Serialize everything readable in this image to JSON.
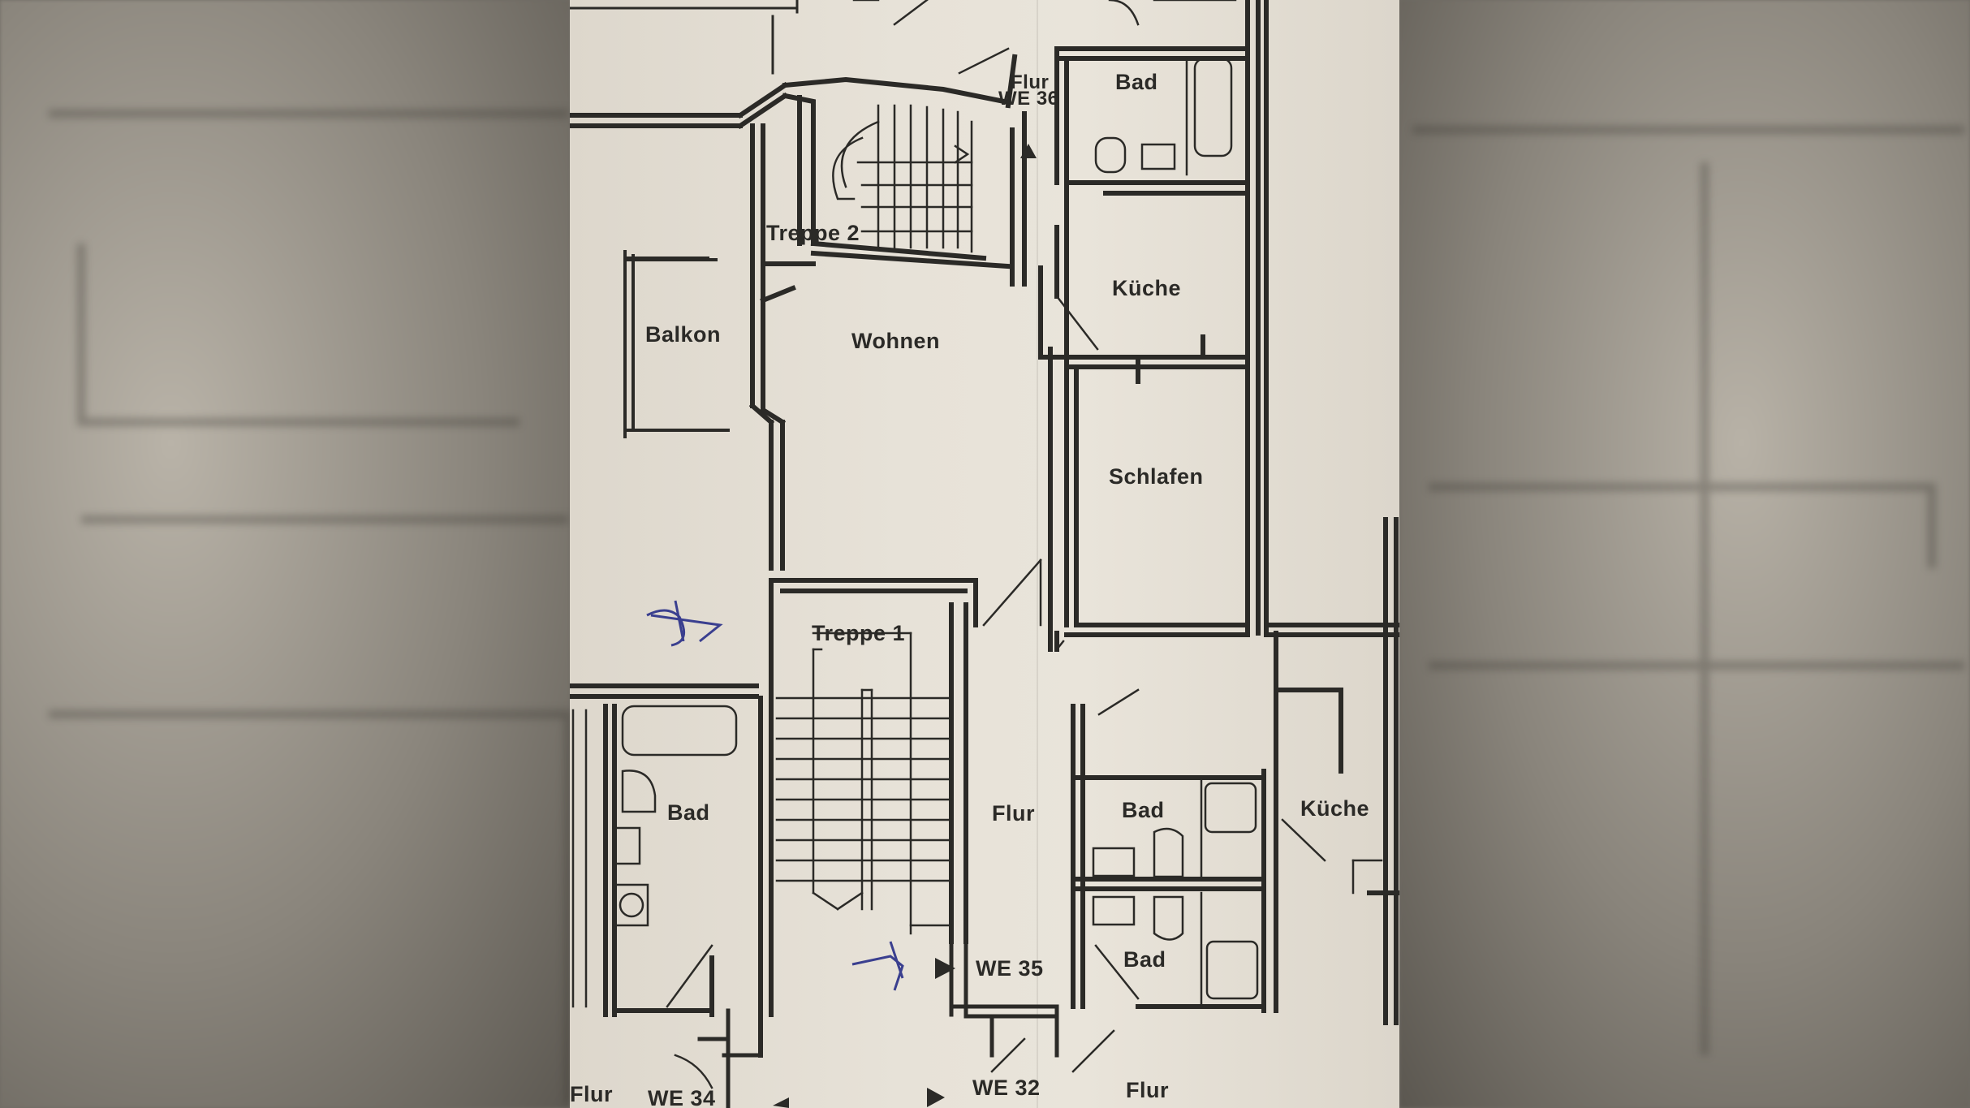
{
  "plan": {
    "rooms": {
      "flur_top": "Flur",
      "we36": "WE 36",
      "bad_top": "Bad",
      "treppe2": "Treppe 2",
      "kueche_top": "Küche",
      "balkon": "Balkon",
      "wohnen": "Wohnen",
      "schlafen": "Schlafen",
      "treppe1": "Treppe 1",
      "bad_left": "Bad",
      "flur_mid": "Flur",
      "bad_mid": "Bad",
      "kueche_right": "Küche",
      "bad_lower": "Bad",
      "we35": "WE 35",
      "flur_bl": "Flur",
      "we34": "WE 34",
      "we32": "WE 32",
      "flur_br": "Flur"
    },
    "colors": {
      "ink": "#2b2a27",
      "pen": "#3a3f8f",
      "paper": "#e7e2d8"
    }
  }
}
